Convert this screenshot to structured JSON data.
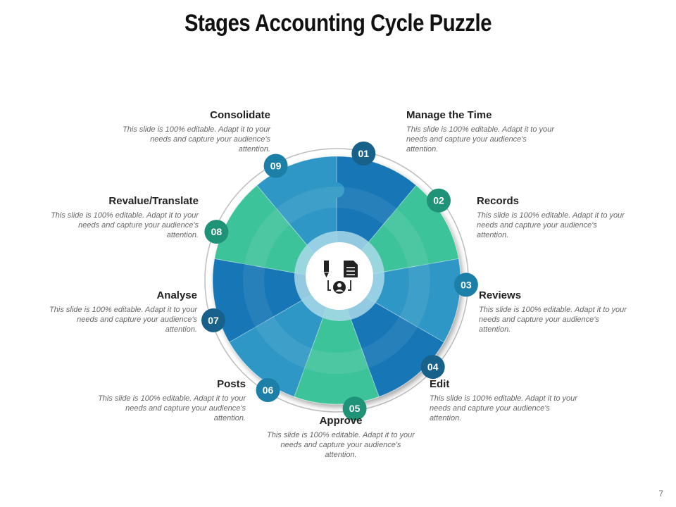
{
  "title": "Stages Accounting Cycle Puzzle",
  "page_number": "7",
  "description": "This slide is 100% editable. Adapt it to your needs and capture your audience's attention.",
  "stages": [
    {
      "num": "01",
      "title": "Manage the Time",
      "color": "#1576b6"
    },
    {
      "num": "02",
      "title": "Records",
      "color": "#3cc39a"
    },
    {
      "num": "03",
      "title": "Reviews",
      "color": "#2d97c5"
    },
    {
      "num": "04",
      "title": "Edit",
      "color": "#1576b6"
    },
    {
      "num": "05",
      "title": "Approve",
      "color": "#3cc39a"
    },
    {
      "num": "06",
      "title": "Posts",
      "color": "#2d97c5"
    },
    {
      "num": "07",
      "title": "Analyse",
      "color": "#1576b6"
    },
    {
      "num": "08",
      "title": "Revalue/Translate",
      "color": "#3cc39a"
    },
    {
      "num": "09",
      "title": "Consolidate",
      "color": "#2d97c5"
    }
  ],
  "colors": {
    "badge_colors": [
      "#17618a",
      "#1f9377",
      "#1c7fa8"
    ],
    "center_ring": "#a9d9ea",
    "center_icon": "#222222"
  },
  "center_icon": "accounting-documents-person-icon"
}
